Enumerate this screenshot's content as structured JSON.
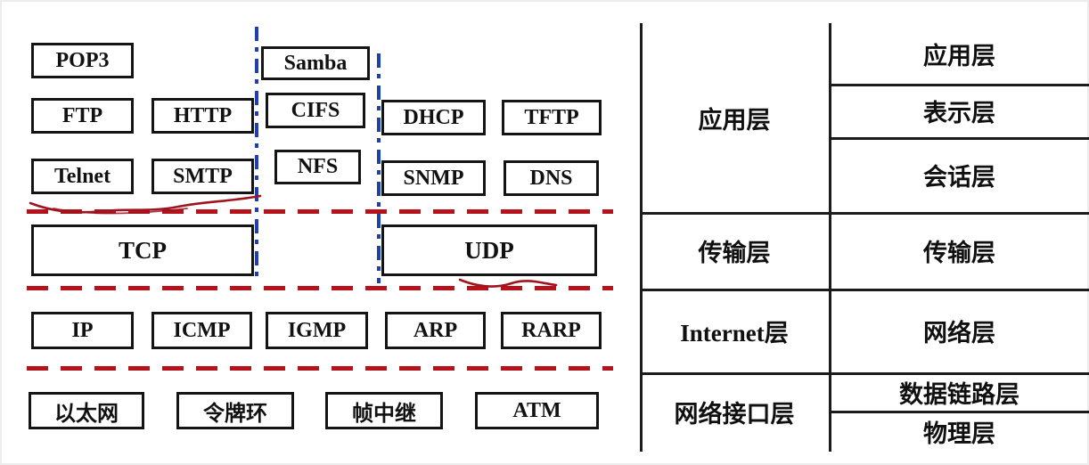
{
  "protocols": {
    "row1": [
      "POP3",
      "Samba"
    ],
    "row2": [
      "FTP",
      "HTTP",
      "CIFS",
      "DHCP",
      "TFTP"
    ],
    "row3": [
      "Telnet",
      "SMTP",
      "NFS",
      "SNMP",
      "DNS"
    ],
    "transport": [
      "TCP",
      "UDP"
    ],
    "internet": [
      "IP",
      "ICMP",
      "IGMP",
      "ARP",
      "RARP"
    ],
    "link": [
      "以太网",
      "令牌环",
      "帧中继",
      "ATM"
    ]
  },
  "tcpip_model": {
    "layers": [
      "应用层",
      "传输层",
      "Internet层",
      "网络接口层"
    ]
  },
  "osi_model": {
    "layers": [
      "应用层",
      "表示层",
      "会话层",
      "传输层",
      "网络层",
      "数据链路层",
      "物理层"
    ]
  },
  "colors": {
    "box_border": "#141414",
    "divider_red": "#b5121b",
    "divider_blue": "#1e3fae",
    "annotation_red": "#9e1520",
    "background": "#ffffff"
  }
}
